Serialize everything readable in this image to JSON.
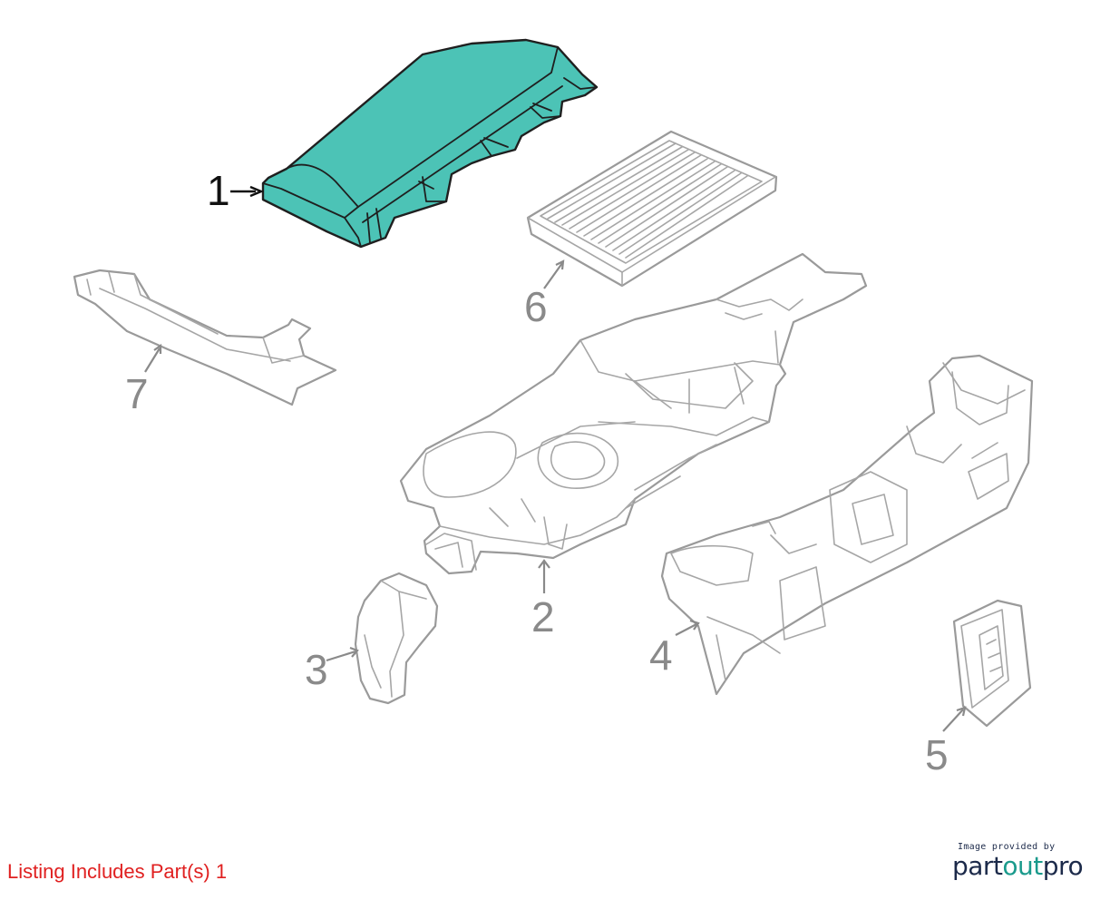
{
  "callouts": {
    "c1": "1",
    "c2": "2",
    "c3": "3",
    "c4": "4",
    "c5": "5",
    "c6": "6",
    "c7": "7"
  },
  "highlighted_part": "1",
  "colors": {
    "highlight_fill": "#4cc3b6",
    "listing_text": "#e02020",
    "brand_dark": "#1c2a4a",
    "brand_accent": "#1a9a8c"
  },
  "listing_text": "Listing Includes Part(s) 1",
  "brand": {
    "caption": "Image provided by",
    "logo_part1": "part",
    "logo_part2": "out",
    "logo_part3": "pro"
  }
}
